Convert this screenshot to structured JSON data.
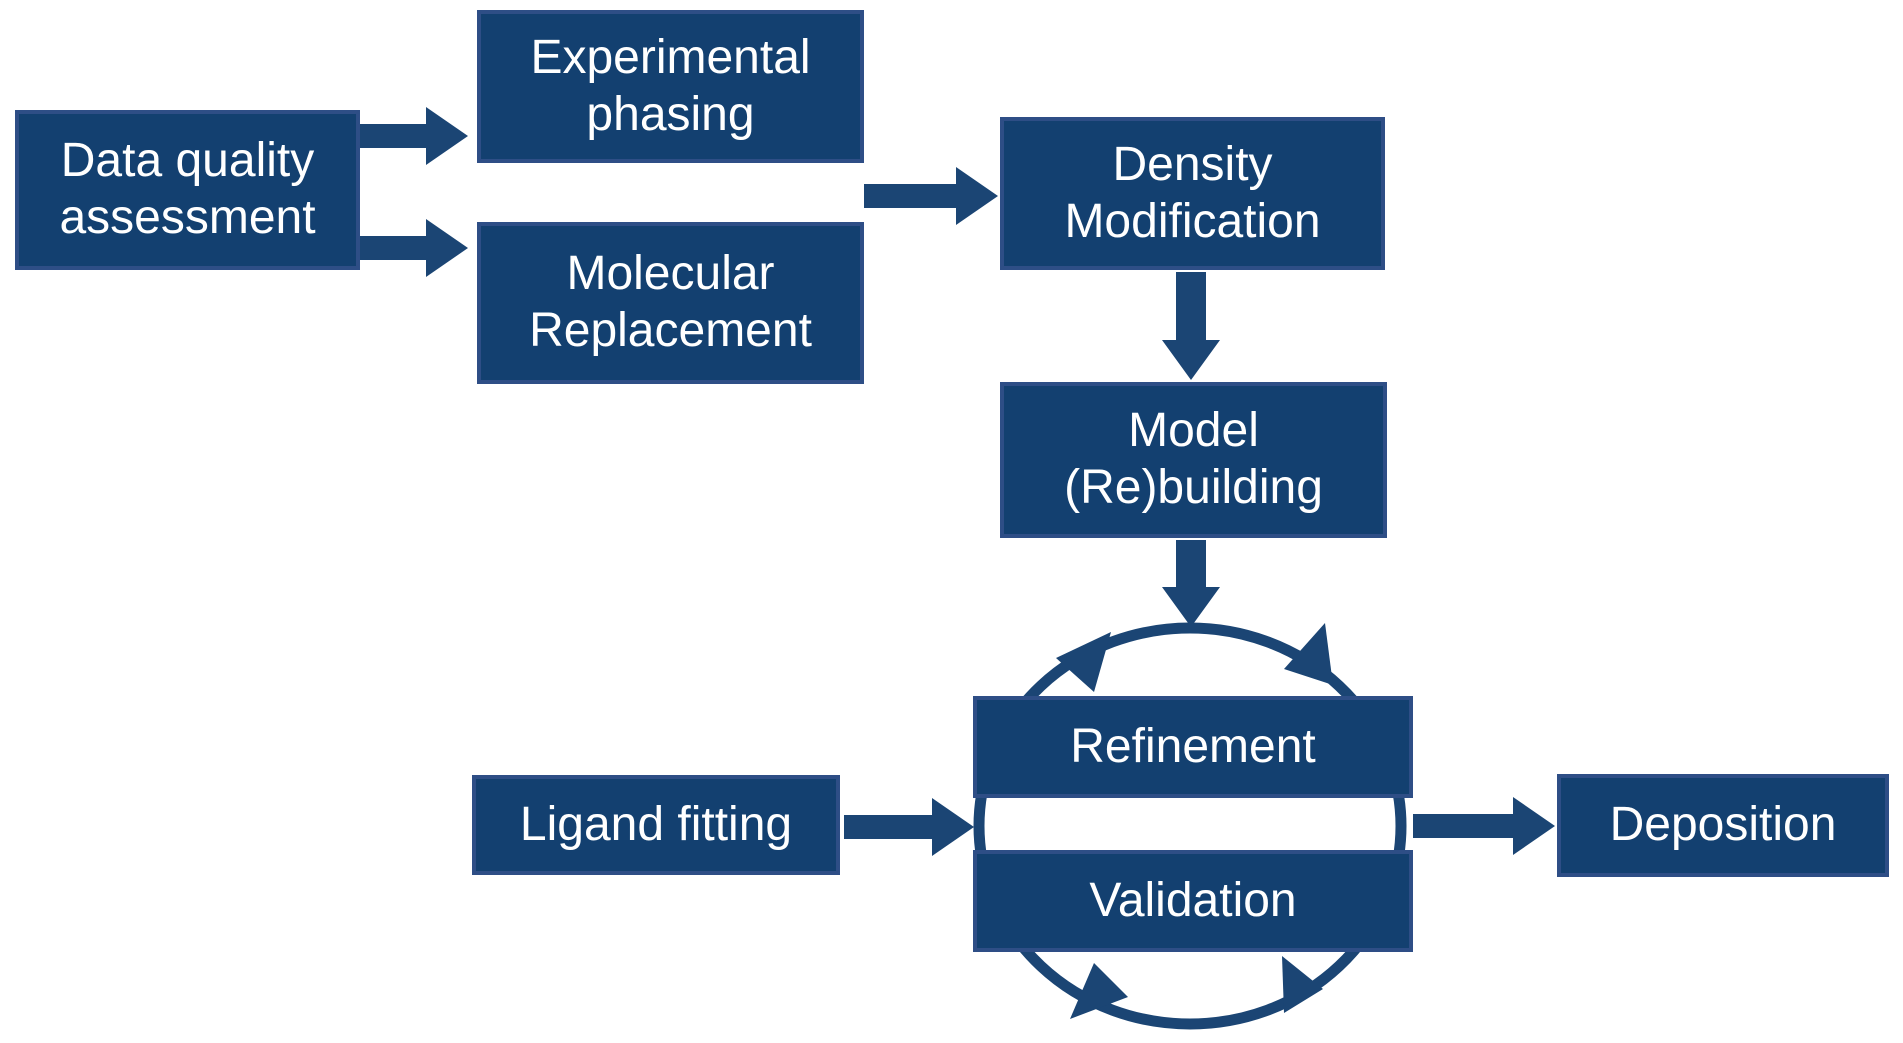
{
  "diagram": {
    "background": "#FFFFFF",
    "colors": {
      "box_fill": "#134070",
      "box_border": "#2E4E86",
      "arrow": "#1B4574",
      "label_text": "#FFFFFF"
    },
    "nodes": {
      "data_quality": {
        "label": "Data quality assessment"
      },
      "experimental_phasing": {
        "label": "Experimental phasing"
      },
      "molecular_replacement": {
        "label": "Molecular Replacement"
      },
      "density_modification": {
        "label": "Density Modification"
      },
      "model_rebuilding": {
        "label": "Model (Re)building"
      },
      "refinement": {
        "label": "Refinement"
      },
      "validation": {
        "label": "Validation"
      },
      "ligand_fitting": {
        "label": "Ligand fitting"
      },
      "deposition": {
        "label": "Deposition"
      }
    },
    "edges": [
      {
        "from": "data_quality",
        "to": "experimental_phasing",
        "type": "arrow"
      },
      {
        "from": "data_quality",
        "to": "molecular_replacement",
        "type": "arrow"
      },
      {
        "from": "experimental_phasing_and_molecular_replacement",
        "to": "density_modification",
        "type": "arrow"
      },
      {
        "from": "density_modification",
        "to": "model_rebuilding",
        "type": "arrow"
      },
      {
        "from": "model_rebuilding",
        "to": "refinement_validation_cycle",
        "type": "arrow"
      },
      {
        "from": "ligand_fitting",
        "to": "refinement_validation_cycle",
        "type": "arrow"
      },
      {
        "from": "refinement_validation_cycle",
        "to": "deposition",
        "type": "arrow"
      },
      {
        "from": "refinement",
        "to": "validation",
        "type": "cycle"
      }
    ]
  }
}
